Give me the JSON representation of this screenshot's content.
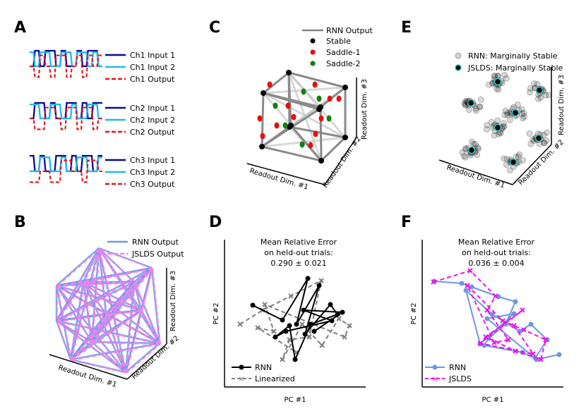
{
  "panels": {
    "A": {
      "label": "A",
      "groups": [
        {
          "legend": [
            "Ch1 Input 1",
            "Ch1 Input 2",
            "Ch1 Output"
          ]
        },
        {
          "legend": [
            "Ch2 Input 1",
            "Ch2 Input 2",
            "Ch2 Output"
          ]
        },
        {
          "legend": [
            "Ch3 Input 1",
            "Ch3 Input 2",
            "Ch3 Output"
          ]
        }
      ]
    },
    "B": {
      "label": "B",
      "legend": [
        "RNN   Output",
        "JSLDS Output"
      ],
      "xlabel": "Readout Dim. #1",
      "ylabel": "Readout Dim. #2",
      "zlabel": "Readout Dim. #3"
    },
    "C": {
      "label": "C",
      "legend": [
        "RNN Output",
        "Stable",
        "Saddle-1",
        "Saddle-2"
      ],
      "xlabel": "Readout Dim. #1",
      "ylabel": "Readout Dim. #2",
      "zlabel": "Readout Dim. #3"
    },
    "D": {
      "label": "D",
      "annotation": [
        "Mean Relative Error",
        "on held-out trials:",
        "0.290 ± 0.021"
      ],
      "legend": [
        "RNN",
        "Linearized"
      ],
      "xlabel": "PC #1",
      "ylabel": "PC #2"
    },
    "E": {
      "label": "E",
      "legend": [
        "RNN: Marginally Stable",
        "JSLDS: Marginally Stable"
      ],
      "xlabel": "Readout Dim. #1",
      "ylabel": "Readout Dim. #2",
      "zlabel": "Readout Dim. #3"
    },
    "F": {
      "label": "F",
      "annotation": [
        "Mean Relative Error",
        "on held-out trials:",
        "0.036 ± 0.004"
      ],
      "legend": [
        "RNN",
        "JSLDS"
      ],
      "xlabel": "PC #1",
      "ylabel": "PC #2"
    }
  },
  "colors": {
    "dark_blue": "#0a0a8c",
    "light_blue": "#22b8ee",
    "red": "#e0141e",
    "rnn_blue": "#6f96e6",
    "jslds_pink": "#ee82ee",
    "magenta": "#ee10ee",
    "stable": "#000000",
    "saddle1": "#e31010",
    "saddle2": "#108010",
    "gray": "#808080",
    "teal": "#2ec8c8"
  }
}
